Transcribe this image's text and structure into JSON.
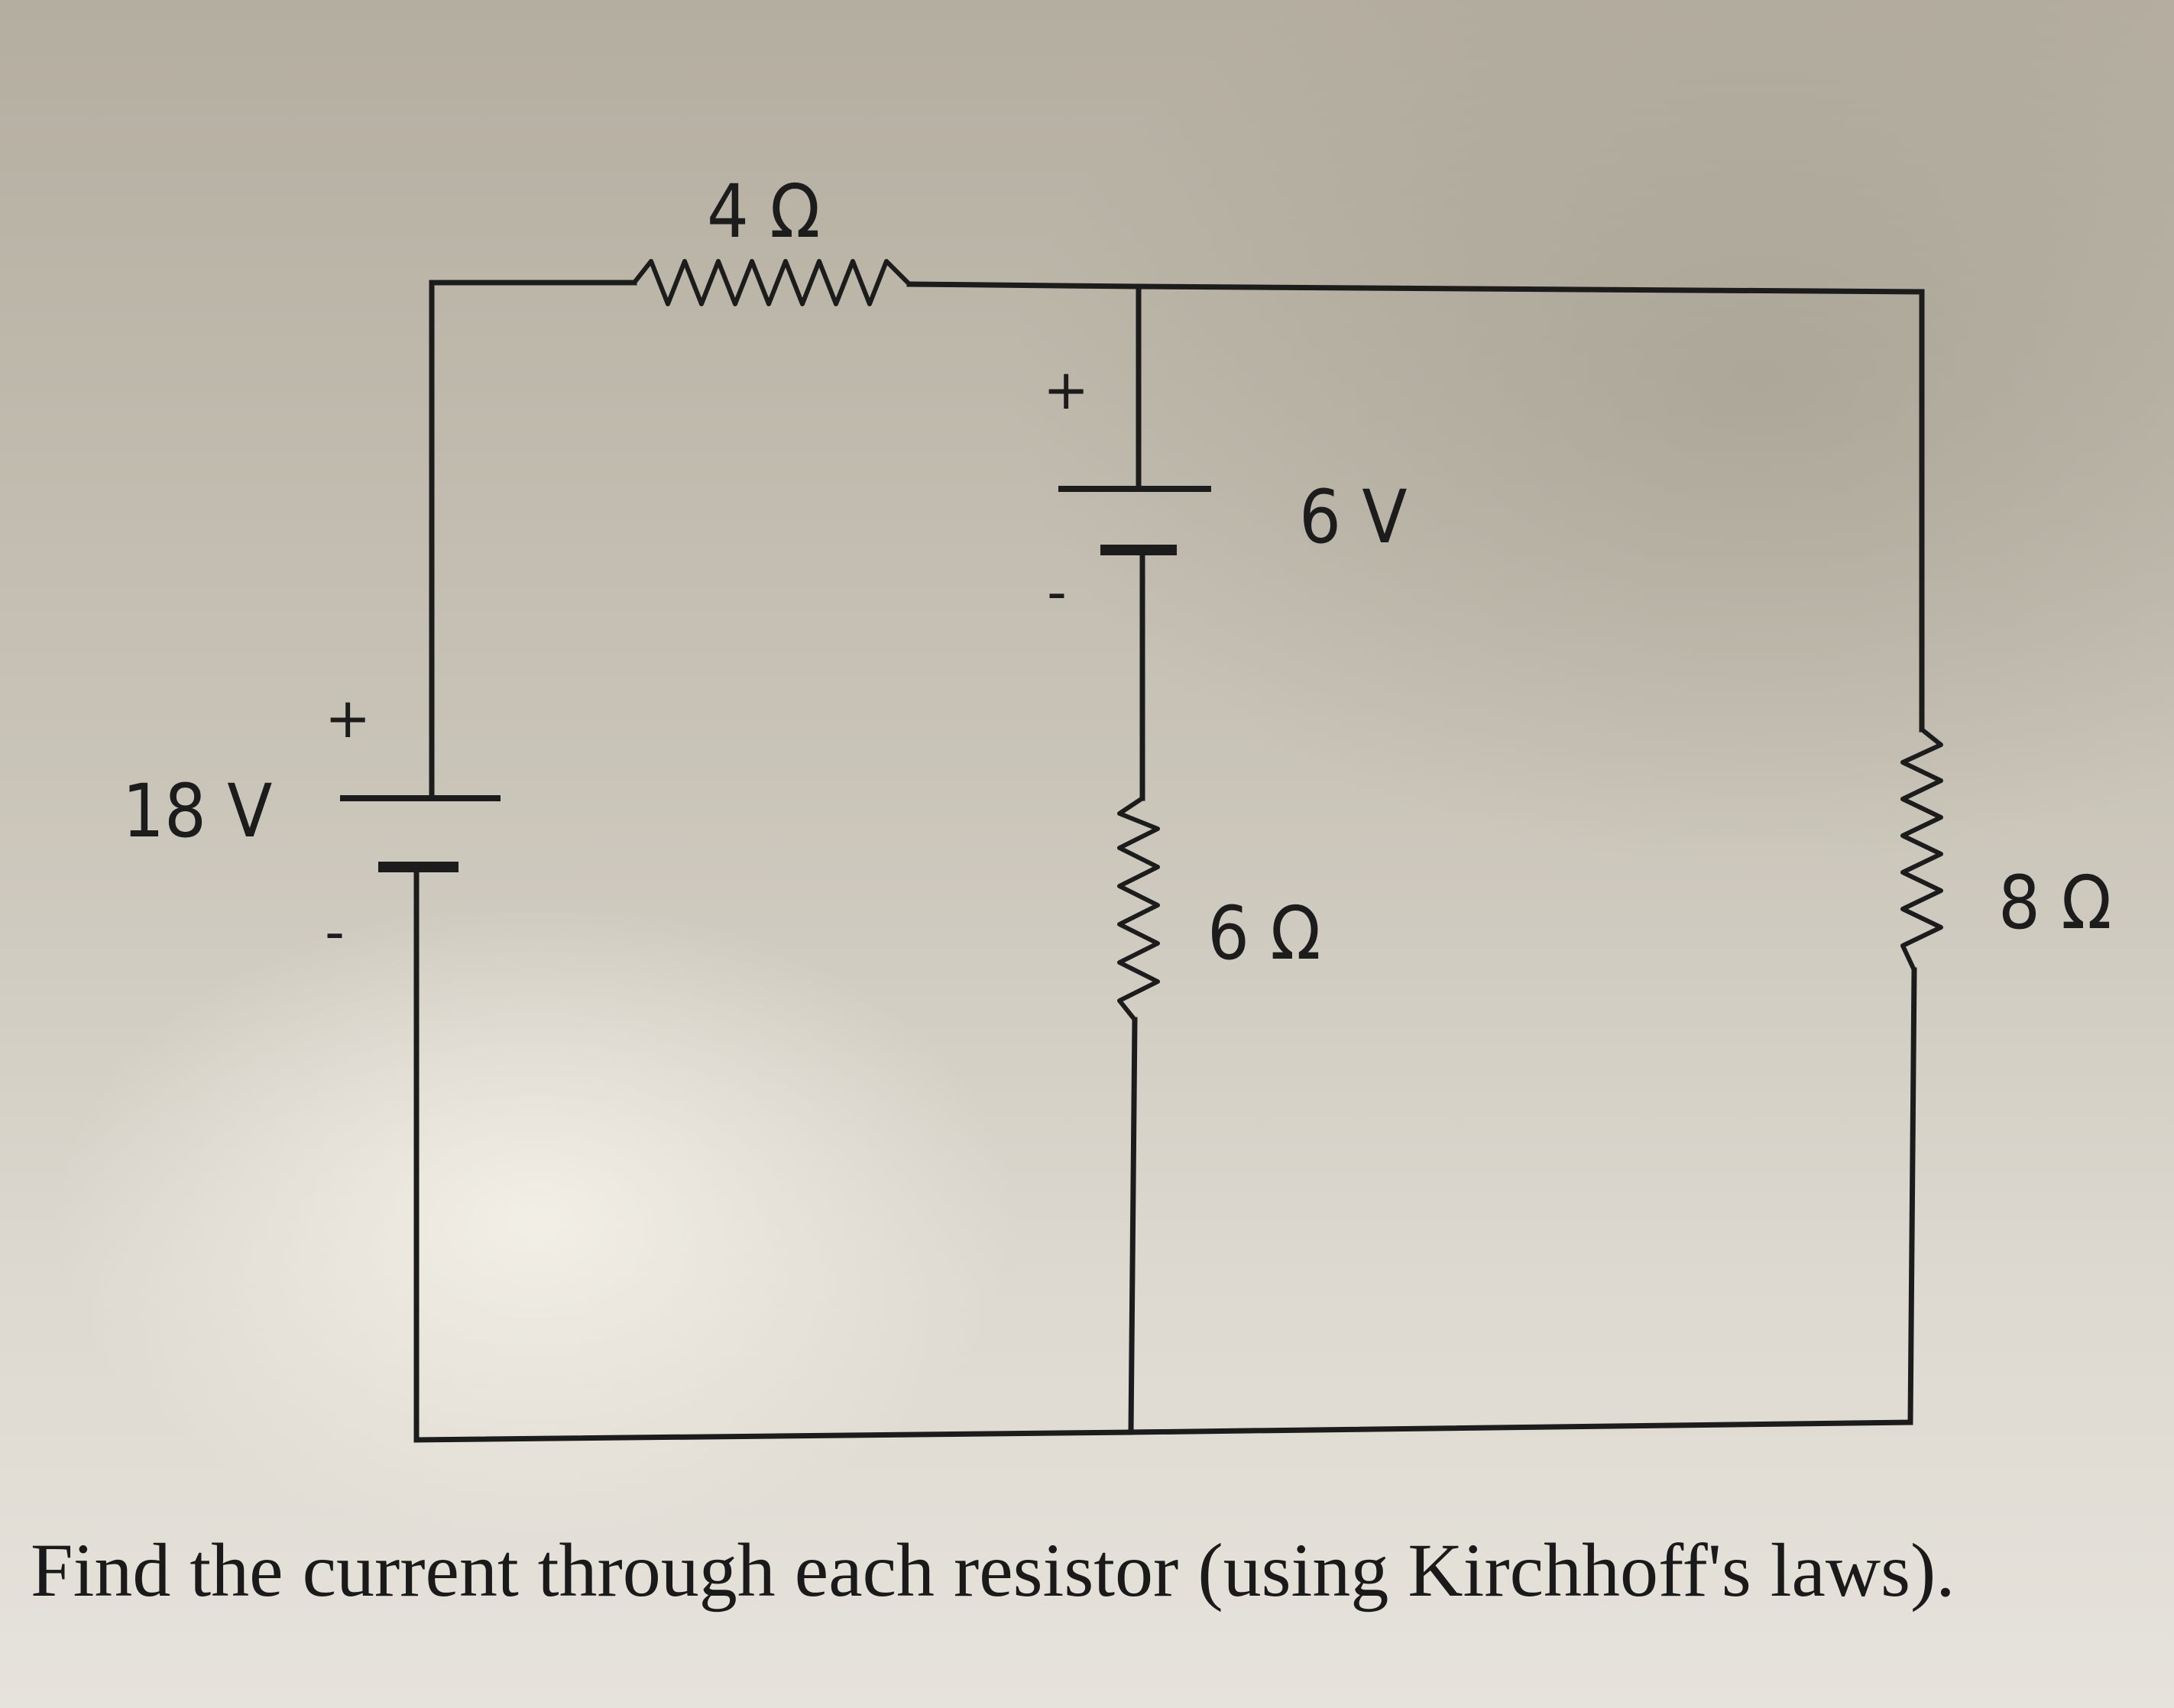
{
  "components": {
    "source_left": {
      "label": "18 V",
      "plus": "+",
      "minus": "-"
    },
    "source_middle": {
      "label": "6 V",
      "plus": "+",
      "minus": "-"
    },
    "resistor_top": {
      "label": "4 Ω"
    },
    "resistor_middle": {
      "label": "6 Ω"
    },
    "resistor_right": {
      "label": "8 Ω"
    }
  },
  "question": "Find the current through each resistor (using Kirchhoff's laws)."
}
